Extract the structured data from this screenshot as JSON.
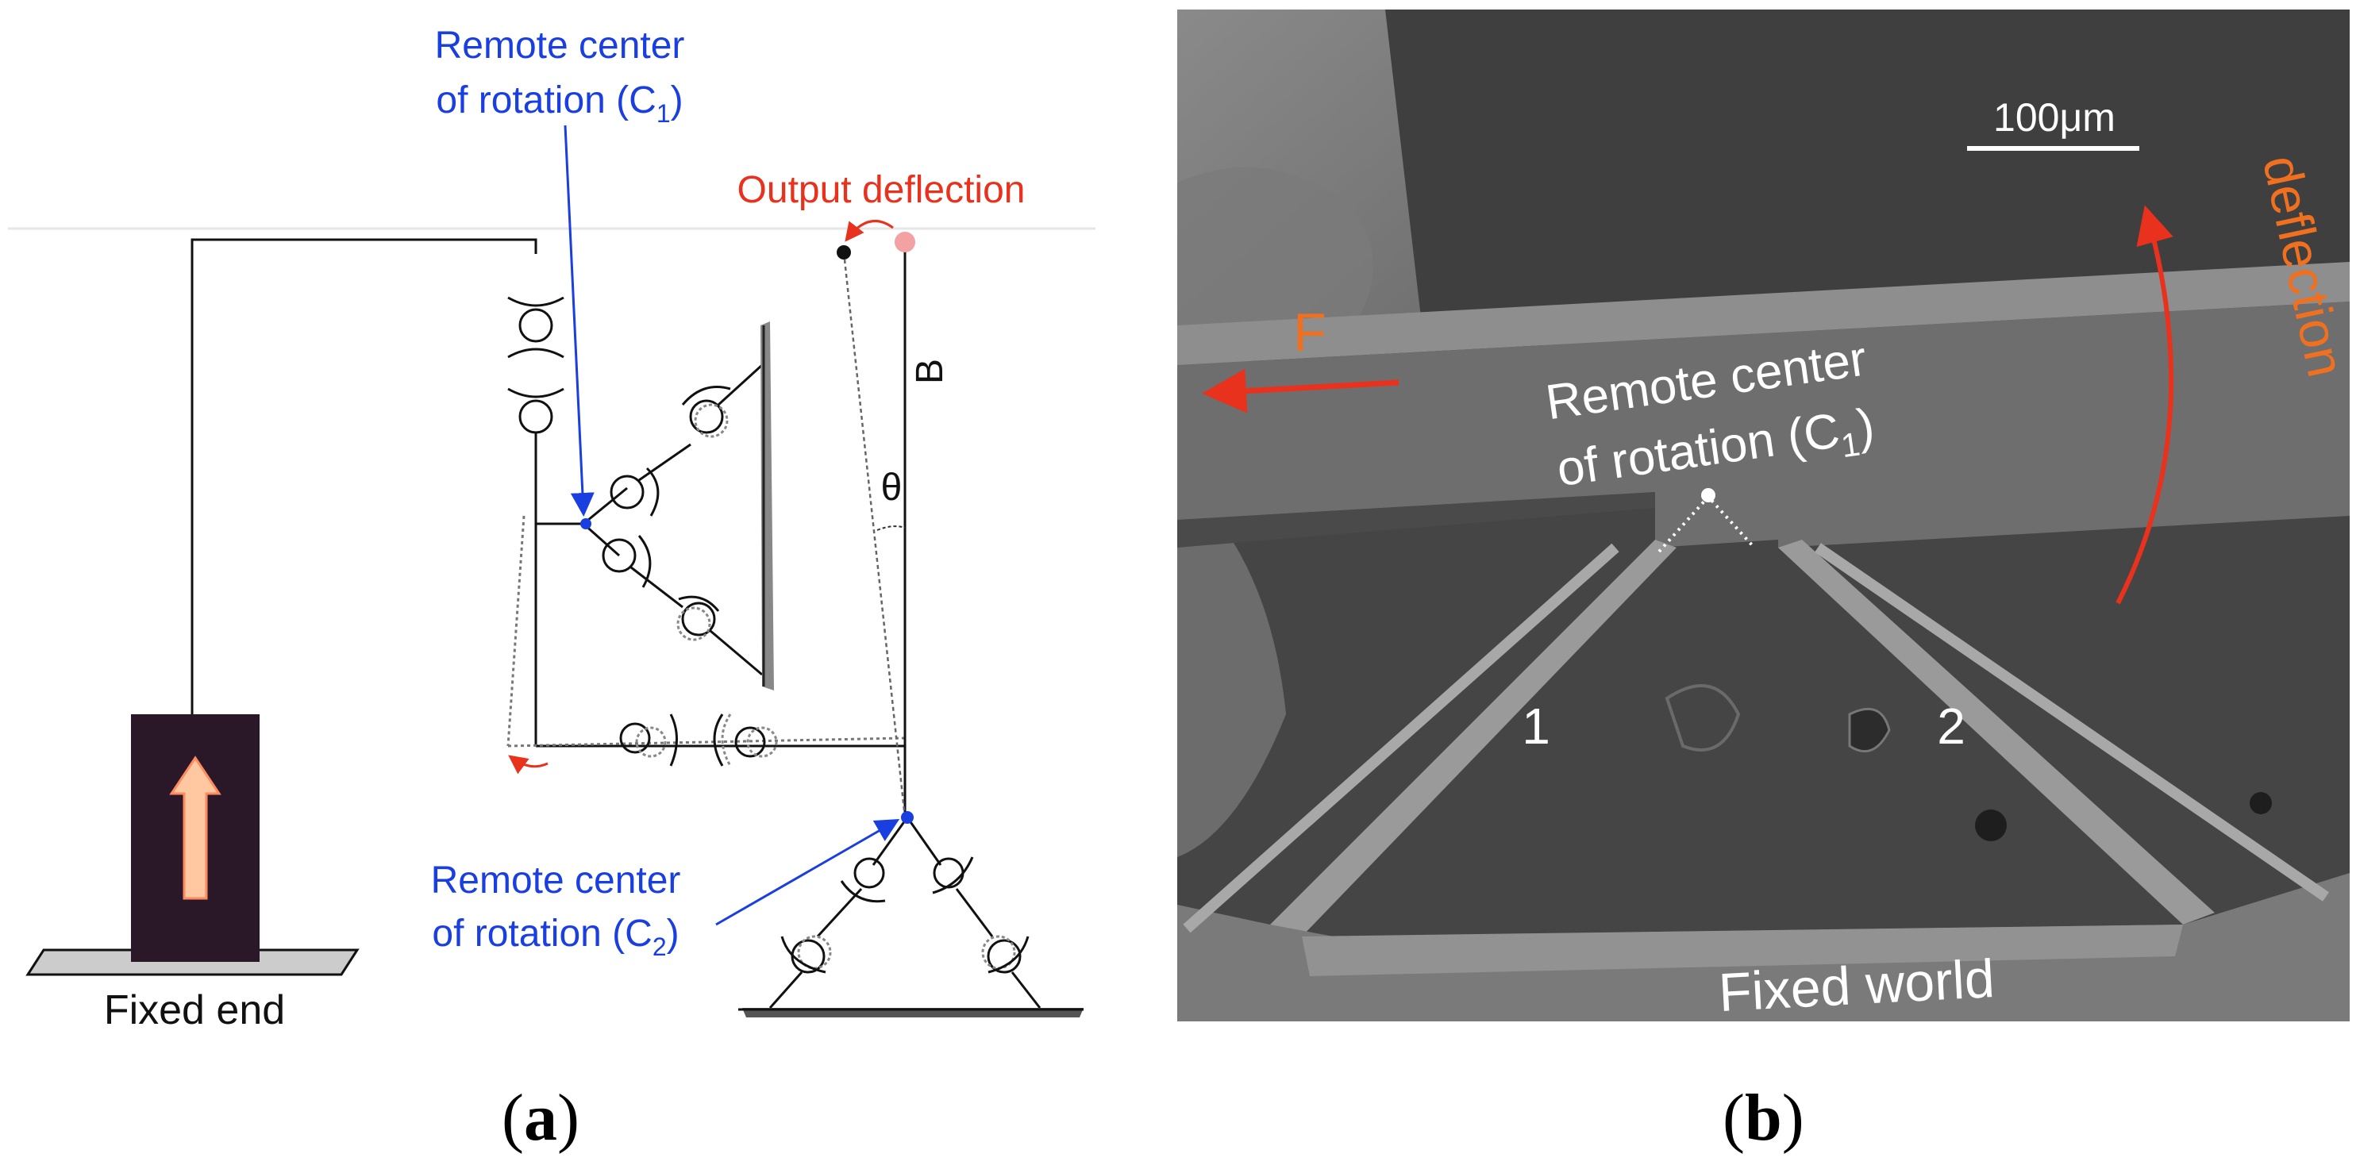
{
  "panel_a": {
    "caption": "a",
    "remote_c1": {
      "line1": "Remote center",
      "line2": "of rotation (C",
      "sub": "1",
      "close": ")"
    },
    "remote_c2": {
      "line1": "Remote center",
      "line2": "of rotation (C",
      "sub": "2",
      "close": ")"
    },
    "output_deflection": "Output deflection",
    "label_b": "B",
    "label_theta": "θ",
    "fixed_end": "Fixed end"
  },
  "panel_b": {
    "caption": "b",
    "scale_bar": "100μm",
    "force": "F",
    "deflection": "deflection",
    "remote_c1": {
      "line1": "Remote center",
      "line2": "of rotation (C",
      "sub": "1",
      "close": ")"
    },
    "beam_1": "1",
    "beam_2": "2",
    "fixed_world": "Fixed world"
  },
  "colors": {
    "blue": "#1a3fe0",
    "red": "#e8321e",
    "orange": "#f07020",
    "actuator": "#2a1828",
    "arrow_fill": "#ffc8a0",
    "sem_dark": "#3c3c3c",
    "sem_light": "#8c8c8c"
  }
}
